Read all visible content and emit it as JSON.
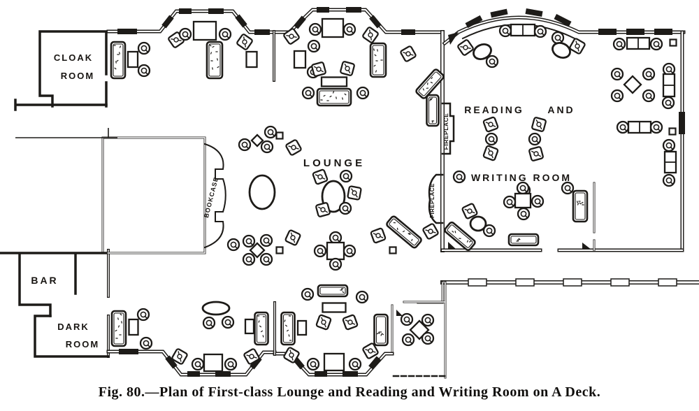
{
  "figure": {
    "caption": "Fig. 80.—Plan of First-class Lounge and Reading and Writing Room on A Deck."
  },
  "labels": {
    "cloak_room_line1": "CLOAK",
    "cloak_room_line2": "ROOM",
    "bar": "BAR",
    "dark_room_line1": "DARK",
    "dark_room_line2": "ROOM",
    "lounge": "LOUNGE",
    "reading": "READING",
    "and": "AND",
    "writing_room": "WRITING ROOM",
    "bookcase": "BOOKCASE",
    "fireplace_upper": "FIREPLACE",
    "fireplace_lower": "FIREPLACE"
  },
  "colors": {
    "ink": "#1d1b18",
    "paper": "#ffffff"
  },
  "furniture": [
    [
      "s",
      169,
      86,
      20,
      52,
      0
    ],
    [
      "t",
      190,
      85,
      14,
      22,
      0
    ],
    [
      "c",
      206,
      69
    ],
    [
      "c",
      206,
      101
    ],
    [
      "q",
      252,
      57,
      -35
    ],
    [
      "t",
      293,
      44,
      32,
      26,
      0
    ],
    [
      "c",
      265,
      49
    ],
    [
      "c",
      322,
      49
    ],
    [
      "q",
      350,
      60,
      35
    ],
    [
      "s",
      307,
      86,
      22,
      52,
      0
    ],
    [
      "t",
      360,
      85,
      15,
      22,
      0
    ],
    [
      "t",
      429,
      85,
      16,
      24,
      0
    ],
    [
      "c",
      449,
      66
    ],
    [
      "c",
      448,
      103
    ],
    [
      "q",
      417,
      52,
      -35
    ],
    [
      "t",
      476,
      40,
      30,
      26,
      0
    ],
    [
      "c",
      451,
      42
    ],
    [
      "c",
      500,
      42
    ],
    [
      "q",
      530,
      50,
      35
    ],
    [
      "s",
      541,
      86,
      22,
      48,
      0
    ],
    [
      "q",
      584,
      77,
      -30
    ],
    [
      "s",
      615,
      120,
      44,
      17,
      -48
    ],
    [
      "s",
      619,
      158,
      17,
      44,
      0
    ],
    [
      "q",
      456,
      99,
      -15
    ],
    [
      "q",
      497,
      98,
      15
    ],
    [
      "t",
      478,
      117,
      36,
      13,
      0
    ],
    [
      "s",
      478,
      139,
      48,
      24,
      0
    ],
    [
      "c",
      441,
      133
    ],
    [
      "c",
      519,
      133
    ],
    [
      "c",
      387,
      189
    ],
    [
      "st",
      400,
      194
    ],
    [
      "q",
      420,
      211,
      -30
    ],
    [
      "c",
      350,
      207
    ],
    [
      "d",
      368,
      201,
      16
    ],
    [
      "c",
      382,
      210
    ],
    [
      "o",
      375,
      275,
      18,
      24,
      0
    ],
    [
      "q",
      458,
      253,
      -20
    ],
    [
      "c",
      495,
      252
    ],
    [
      "o",
      477,
      281,
      16,
      22,
      0
    ],
    [
      "q",
      507,
      276,
      10
    ],
    [
      "c",
      494,
      298
    ],
    [
      "q",
      462,
      300,
      -15
    ],
    [
      "c",
      334,
      350
    ],
    [
      "c",
      356,
      345
    ],
    [
      "c",
      381,
      344
    ],
    [
      "d",
      368,
      358,
      20
    ],
    [
      "c",
      356,
      371
    ],
    [
      "c",
      381,
      371
    ],
    [
      "c",
      480,
      340
    ],
    [
      "c",
      458,
      359
    ],
    [
      "t",
      480,
      359,
      24,
      24,
      0
    ],
    [
      "c",
      500,
      359
    ],
    [
      "c",
      480,
      378
    ],
    [
      "st",
      400,
      358
    ],
    [
      "st",
      562,
      358
    ],
    [
      "q",
      419,
      340,
      25
    ],
    [
      "q",
      541,
      337,
      -20
    ],
    [
      "s",
      578,
      332,
      54,
      17,
      40
    ],
    [
      "q",
      616,
      331,
      -30
    ],
    [
      "s",
      170,
      470,
      20,
      50,
      0
    ],
    [
      "t",
      191,
      468,
      13,
      22,
      0
    ],
    [
      "c",
      205,
      450
    ],
    [
      "c",
      209,
      491
    ],
    [
      "o",
      309,
      441,
      19,
      9,
      0
    ],
    [
      "c",
      299,
      462
    ],
    [
      "c",
      326,
      461
    ],
    [
      "q",
      257,
      510,
      30
    ],
    [
      "t",
      305,
      519,
      26,
      24,
      0
    ],
    [
      "c",
      283,
      521
    ],
    [
      "c",
      330,
      521
    ],
    [
      "q",
      360,
      510,
      -30
    ],
    [
      "t",
      357,
      467,
      12,
      20,
      0
    ],
    [
      "s",
      374,
      470,
      19,
      46,
      0
    ],
    [
      "s",
      412,
      470,
      19,
      46,
      0
    ],
    [
      "t",
      432,
      469,
      12,
      20,
      0
    ],
    [
      "c",
      440,
      421
    ],
    [
      "s",
      476,
      416,
      42,
      16,
      0
    ],
    [
      "c",
      518,
      425
    ],
    [
      "t",
      478,
      440,
      33,
      13,
      0
    ],
    [
      "q",
      463,
      461,
      20
    ],
    [
      "q",
      501,
      461,
      -20
    ],
    [
      "q",
      417,
      508,
      30
    ],
    [
      "t",
      478,
      518,
      28,
      24,
      0
    ],
    [
      "c",
      448,
      521
    ],
    [
      "c",
      508,
      521
    ],
    [
      "q",
      530,
      502,
      -30
    ],
    [
      "s",
      545,
      472,
      19,
      44,
      0
    ],
    [
      "d",
      600,
      472,
      26
    ],
    [
      "c",
      582,
      457
    ],
    [
      "c",
      612,
      458
    ],
    [
      "c",
      584,
      486
    ],
    [
      "c",
      612,
      484
    ],
    [
      "q",
      666,
      68,
      -35
    ],
    [
      "o",
      690,
      74,
      13,
      10,
      -25
    ],
    [
      "c",
      704,
      88
    ],
    [
      "c",
      723,
      44
    ],
    [
      "k",
      748,
      43,
      34,
      16,
      0
    ],
    [
      "c",
      773,
      45
    ],
    [
      "c",
      798,
      54
    ],
    [
      "o",
      803,
      72,
      13,
      10,
      25
    ],
    [
      "q",
      826,
      66,
      30
    ],
    [
      "q",
      702,
      178,
      -20
    ],
    [
      "q",
      771,
      178,
      15
    ],
    [
      "c",
      703,
      199
    ],
    [
      "c",
      765,
      199
    ],
    [
      "q",
      702,
      219,
      20
    ],
    [
      "q",
      767,
      220,
      -15
    ],
    [
      "c",
      657,
      253
    ],
    [
      "c",
      750,
      272
    ],
    [
      "c",
      886,
      63
    ],
    [
      "k",
      913,
      62,
      32,
      16,
      0
    ],
    [
      "c",
      939,
      63
    ],
    [
      "st",
      963,
      61
    ],
    [
      "c",
      883,
      106
    ],
    [
      "c",
      928,
      106
    ],
    [
      "d",
      905,
      121,
      24
    ],
    [
      "c",
      883,
      137
    ],
    [
      "c",
      928,
      137
    ],
    [
      "c",
      957,
      99
    ],
    [
      "k",
      957,
      122,
      16,
      32,
      0
    ],
    [
      "c",
      956,
      147
    ],
    [
      "c",
      891,
      182
    ],
    [
      "k",
      915,
      182,
      32,
      16,
      0
    ],
    [
      "c",
      939,
      182
    ],
    [
      "st",
      962,
      188
    ],
    [
      "c",
      957,
      208
    ],
    [
      "k",
      959,
      232,
      16,
      30,
      0
    ],
    [
      "c",
      957,
      258
    ],
    [
      "s",
      830,
      295,
      20,
      44,
      0
    ],
    [
      "c",
      812,
      269
    ],
    [
      "c",
      748,
      269
    ],
    [
      "t",
      748,
      287,
      22,
      20,
      0
    ],
    [
      "c",
      729,
      289
    ],
    [
      "c",
      769,
      288
    ],
    [
      "c",
      749,
      306
    ],
    [
      "q",
      672,
      302,
      -25
    ],
    [
      "o",
      684,
      320,
      11,
      10,
      0
    ],
    [
      "c",
      700,
      330
    ],
    [
      "s",
      658,
      338,
      46,
      17,
      40
    ],
    [
      "s",
      749,
      343,
      42,
      16,
      0
    ]
  ]
}
